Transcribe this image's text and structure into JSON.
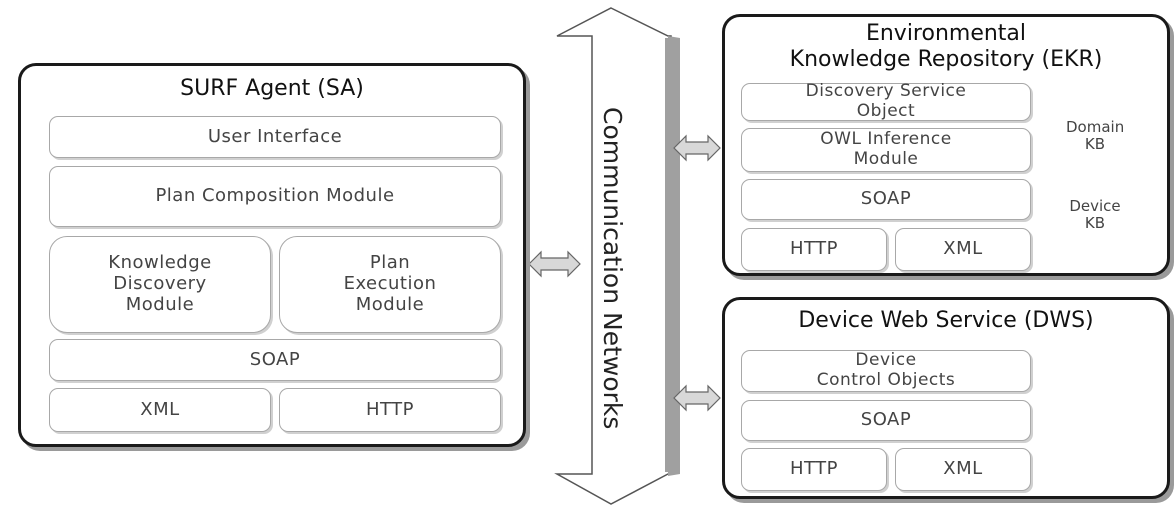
{
  "network": {
    "label": "Communication Networks"
  },
  "sa": {
    "title": "SURF Agent (SA)",
    "user_interface": "User Interface",
    "plan_composition": "Plan Composition Module",
    "knowledge_discovery": "Knowledge\nDiscovery\nModule",
    "plan_execution": "Plan\nExecution\nModule",
    "soap": "SOAP",
    "xml": "XML",
    "http": "HTTP"
  },
  "ekr": {
    "title": "Environmental\nKnowledge Repository (EKR)",
    "discovery_service": "Discovery Service\nObject",
    "owl_inference": "OWL Inference\nModule",
    "soap": "SOAP",
    "http": "HTTP",
    "xml": "XML",
    "domain_kb": "Domain\nKB",
    "device_kb": "Device\nKB"
  },
  "dws": {
    "title": "Device Web Service (DWS)",
    "device_control": "Device\nControl Objects",
    "soap": "SOAP",
    "http": "HTTP",
    "xml": "XML"
  },
  "colors": {
    "border": "#1a1a1a",
    "box_border": "#a8a8a8",
    "arrow_fill": "#d8d8d8",
    "bus": "#a0a0a0"
  }
}
